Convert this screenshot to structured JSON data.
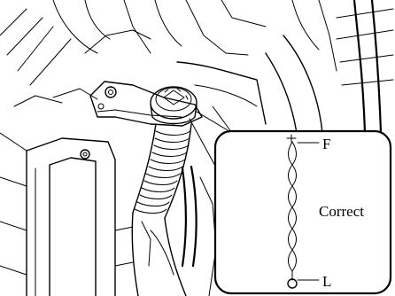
{
  "figure": {
    "subject": "washer-fluid-reservoir-dipstick",
    "labels": {
      "full_mark": "F",
      "low_mark": "L",
      "status": "Correct"
    }
  }
}
